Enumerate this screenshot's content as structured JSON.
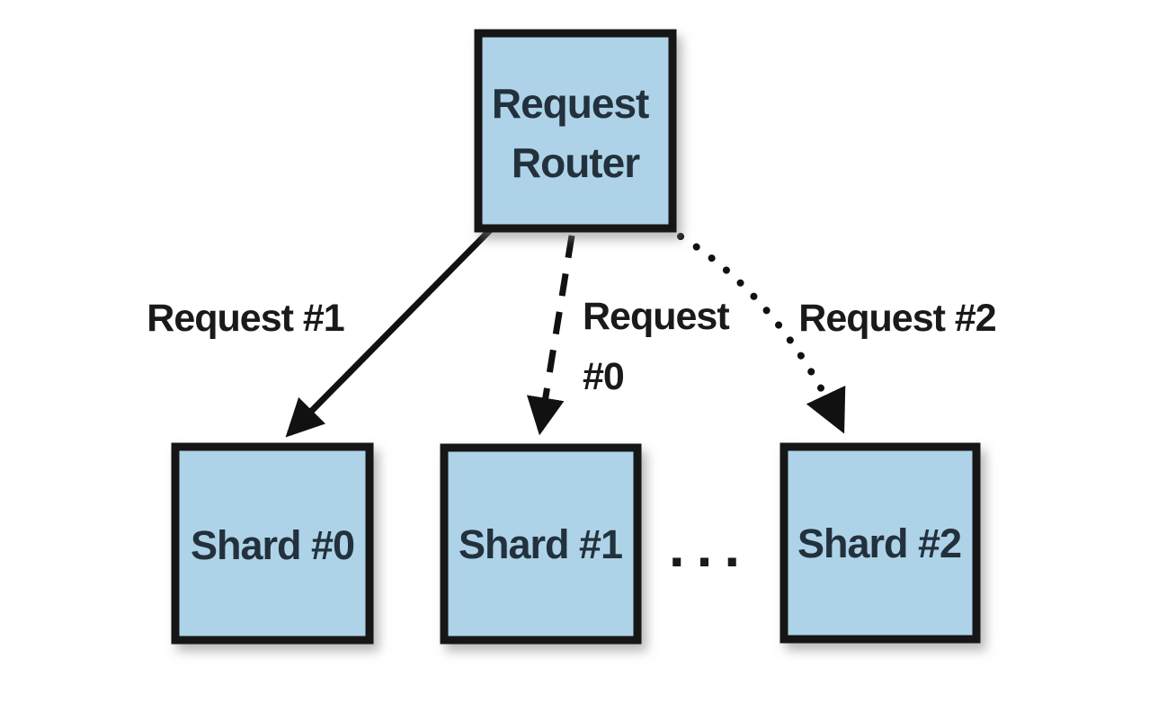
{
  "diagram": {
    "background": "#ffffff",
    "node_fill": "#aed3e8",
    "node_border": "#141414",
    "node_text_color": "#22313c",
    "label_text_color": "#1a1a1a",
    "edge_color": "#111111",
    "ellipsis": "...",
    "nodes": {
      "router": {
        "label": "Request Router",
        "lines": [
          "Request",
          "Router"
        ]
      },
      "shard0": {
        "label": "Shard #0"
      },
      "shard1": {
        "label": "Shard #1"
      },
      "shard2": {
        "label": "Shard #2"
      }
    },
    "edges": {
      "request1": {
        "label": "Request #1",
        "style": "solid",
        "from": "Request Router",
        "to": "Shard #0"
      },
      "request0": {
        "label": "Request #0",
        "label_lines": [
          "Request",
          "#0"
        ],
        "style": "dashed",
        "from": "Request Router",
        "to": "Shard #1"
      },
      "request2": {
        "label": "Request #2",
        "style": "dotted",
        "from": "Request Router",
        "to": "Shard #2"
      }
    }
  }
}
